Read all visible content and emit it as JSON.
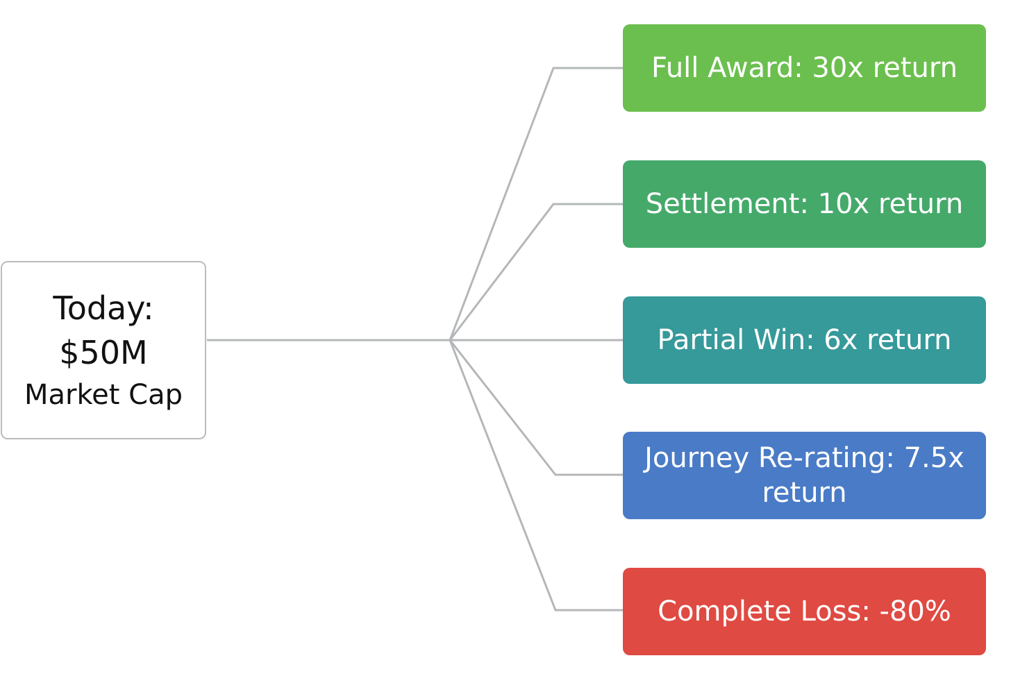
{
  "root": {
    "line1": "Today:",
    "line2": "$50M",
    "line3": "Market Cap",
    "border_color": "#b9bcbf"
  },
  "connector_color": "#b4b7b9",
  "outcomes": [
    {
      "label": "Full Award: 30x return",
      "color": "#6bbf4e"
    },
    {
      "label": "Settlement: 10x return",
      "color": "#45a96a"
    },
    {
      "label": "Partial Win: 6x return",
      "color": "#36999a"
    },
    {
      "label": "Journey Re-rating: 7.5x return",
      "color": "#4a7bc6"
    },
    {
      "label": "Complete Loss: -80%",
      "color": "#df4a42"
    }
  ]
}
